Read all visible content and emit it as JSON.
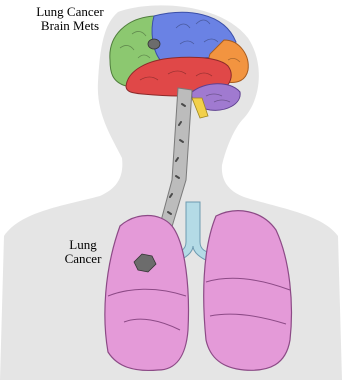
{
  "labels": {
    "brain_mets_line1": "Lung Cancer",
    "brain_mets_line2": "Brain Mets",
    "lung_line1": "Lung",
    "lung_line2": "Cancer"
  },
  "colors": {
    "silhouette": "#e5e5e5",
    "brain_frontal": "#8cc870",
    "brain_parietal": "#6a82e4",
    "brain_temporal": "#e04848",
    "brain_occipital": "#f29440",
    "cerebellum": "#a07ad0",
    "brainstem": "#f2d04a",
    "spinal_cord": "#bcbcbc",
    "trachea": "#b4dbe6",
    "lungs": "#e49ad8",
    "tumor": "#6c6c6c"
  }
}
